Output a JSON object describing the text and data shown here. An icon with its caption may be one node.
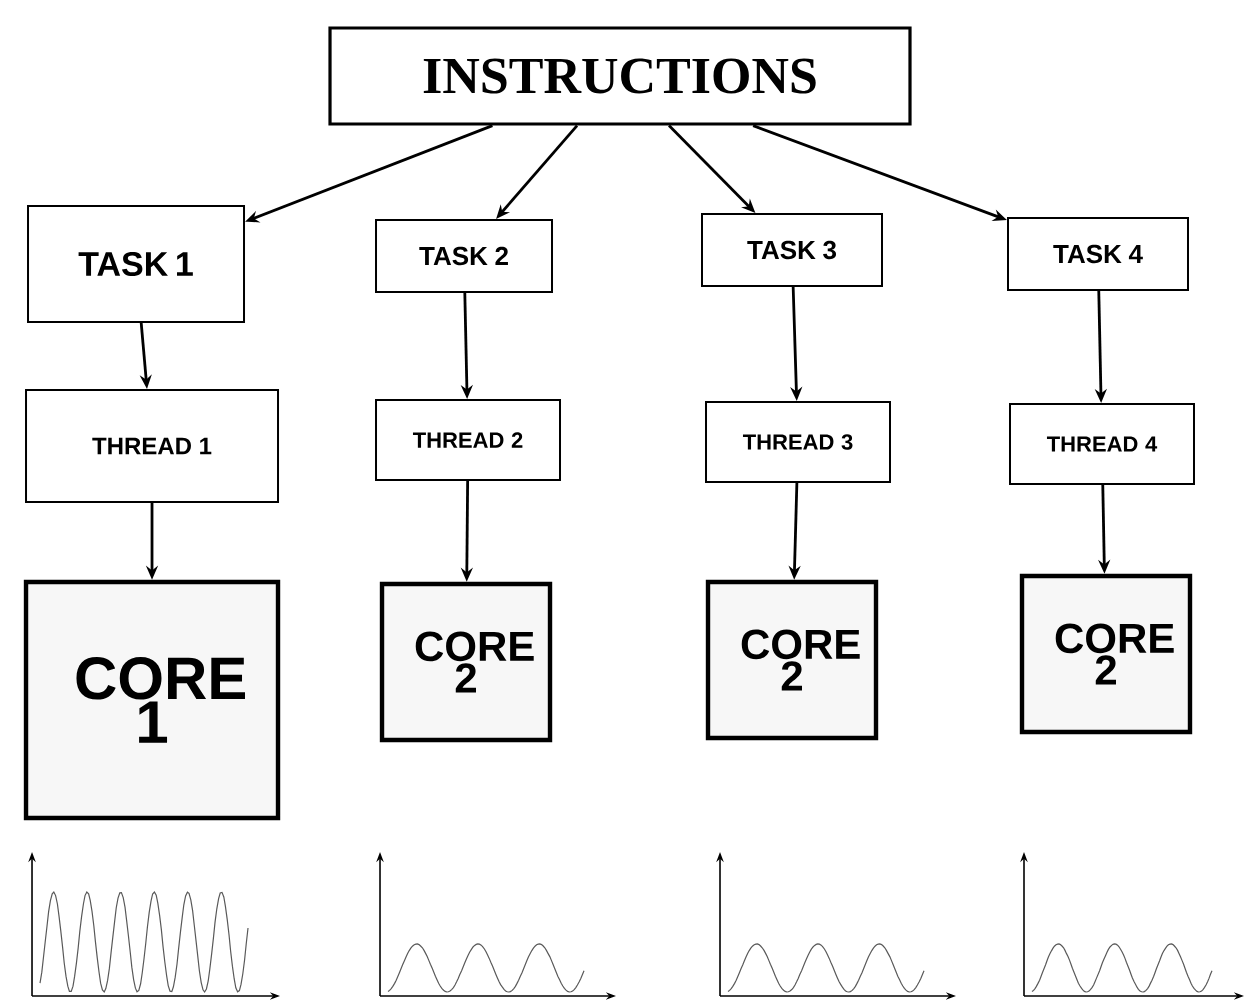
{
  "diagram": {
    "nodes": [
      {
        "text": [
          "INSTRUCTIONS"
        ]
      },
      {
        "text": [
          "TASK 1"
        ]
      },
      {
        "text": [
          "TASK 2"
        ]
      },
      {
        "text": [
          "TASK 3"
        ]
      },
      {
        "text": [
          "TASK 4"
        ]
      },
      {
        "text": [
          "THREAD 1"
        ]
      },
      {
        "text": [
          "THREAD 2"
        ]
      },
      {
        "text": [
          "THREAD 3"
        ]
      },
      {
        "text": [
          "THREAD 4"
        ]
      },
      {
        "text": [
          "CORE 1"
        ]
      },
      {
        "text": [
          "CORE 2"
        ]
      },
      {
        "text": [
          "CORE 2"
        ]
      },
      {
        "text": [
          "CORE 2"
        ]
      }
    ],
    "edges": [
      {
        "from": 0,
        "to": 1,
        "arrow": "to"
      },
      {
        "from": 0,
        "to": 2,
        "arrow": "to"
      },
      {
        "from": 0,
        "to": 3,
        "arrow": "to"
      },
      {
        "from": 0,
        "to": 4,
        "arrow": "to"
      },
      {
        "from": 1,
        "to": 5,
        "arrow": "to"
      },
      {
        "from": 2,
        "to": 6,
        "arrow": "to"
      },
      {
        "from": 3,
        "to": 7,
        "arrow": "to"
      },
      {
        "from": 4,
        "to": 8,
        "arrow": "to"
      },
      {
        "from": 5,
        "to": 9,
        "arrow": "to"
      },
      {
        "from": 6,
        "to": 10,
        "arrow": "to"
      },
      {
        "from": 7,
        "to": 11,
        "arrow": "to"
      },
      {
        "from": 8,
        "to": 12,
        "arrow": "to"
      }
    ]
  }
}
